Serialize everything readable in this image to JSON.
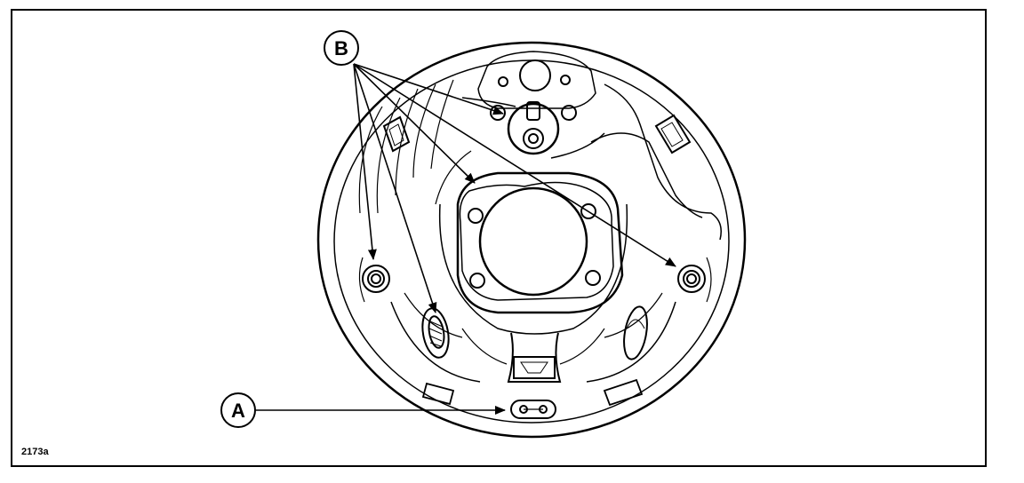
{
  "figure": {
    "id_label": "2173a",
    "callouts": [
      {
        "key": "A",
        "label": "A"
      },
      {
        "key": "B",
        "label": "B"
      }
    ]
  },
  "colors": {
    "line": "#000000",
    "background": "#ffffff"
  }
}
